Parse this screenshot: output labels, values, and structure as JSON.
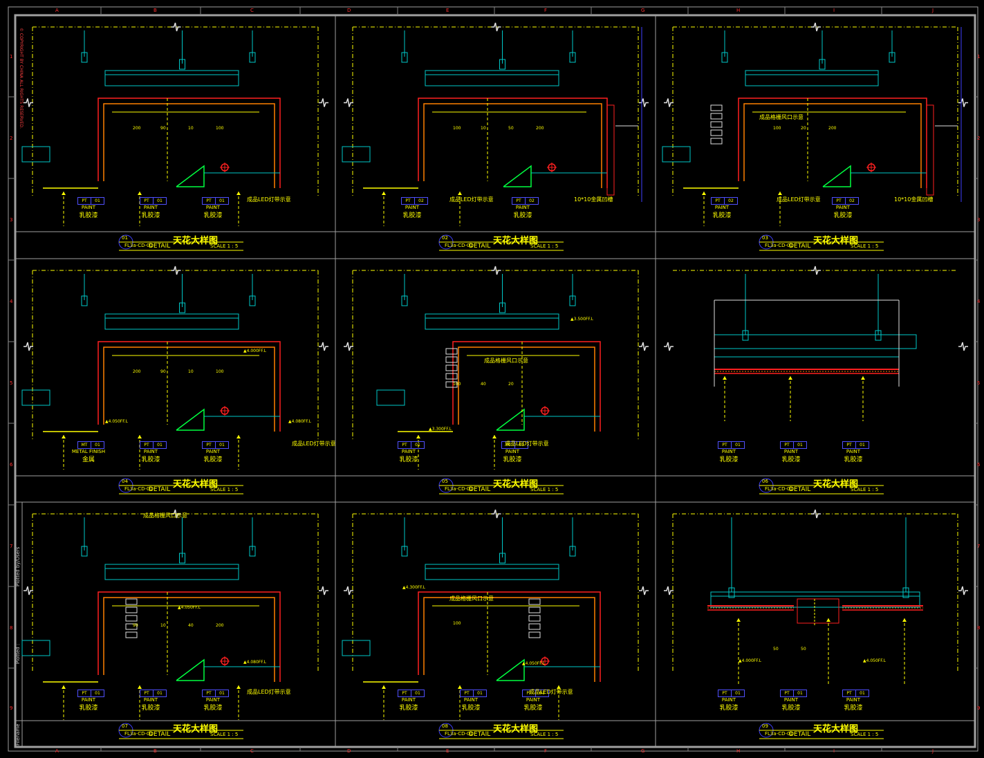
{
  "sheet": {
    "copyright": "© COPYRIGHT BY CHINA ALL RIGHTS RESERVED.",
    "side_labels": [
      "Filename",
      "Plotted :",
      "Plotted by/Users"
    ],
    "column_letters": [
      "A",
      "B",
      "C",
      "D",
      "E",
      "F",
      "G",
      "H",
      "I",
      "J"
    ],
    "row_numbers": [
      "1",
      "2",
      "3",
      "4",
      "5",
      "6",
      "7",
      "8",
      "9"
    ]
  },
  "details": [
    {
      "num": "01",
      "title": "天花大样图",
      "code": "FL3a-CD-01",
      "word": "DETAIL",
      "scale": "SCALE 1 : 5",
      "tags": [
        {
          "a": "PT",
          "b": "01",
          "c": "PAINT",
          "d": "乳胶漆"
        },
        {
          "a": "PT",
          "b": "01",
          "c": "PAINT",
          "d": "乳胶漆"
        },
        {
          "a": "PT",
          "b": "01",
          "c": "PAINT",
          "d": "乳胶漆"
        }
      ],
      "note": "成品LED灯带示意",
      "dims": [
        "200",
        "90",
        "10",
        "100"
      ]
    },
    {
      "num": "02",
      "title": "天花大样图",
      "code": "FL3a-CD-01",
      "word": "DETAIL",
      "scale": "SCALE 1 : 5",
      "tags": [
        {
          "a": "PT",
          "b": "02",
          "c": "PAINT",
          "d": "乳胶漆"
        },
        {
          "a": "PT",
          "b": "02",
          "c": "PAINT",
          "d": "乳胶漆"
        }
      ],
      "note": "成品LED灯带示意",
      "note2": "10*10金属凹槽",
      "dims": [
        "100",
        "10",
        "50",
        "200"
      ]
    },
    {
      "num": "03",
      "title": "天花大样图",
      "code": "FL3a-CD-01",
      "word": "DETAIL",
      "scale": "SCALE 1 : 5",
      "tags": [
        {
          "a": "PT",
          "b": "02",
          "c": "PAINT",
          "d": "乳胶漆"
        },
        {
          "a": "PT",
          "b": "02",
          "c": "PAINT",
          "d": "乳胶漆"
        }
      ],
      "note": "成品LED灯带示意",
      "note2": "10*10金属凹槽",
      "note3": "成品格栅风口示意",
      "dims": [
        "100",
        "20",
        "200"
      ]
    },
    {
      "num": "04",
      "title": "天花大样图",
      "code": "FL3a-CD-01",
      "word": "DETAIL",
      "scale": "SCALE 1 : 5",
      "tags": [
        {
          "a": "MT",
          "b": "01",
          "c": "METAL FINISH",
          "d": "金属"
        },
        {
          "a": "PT",
          "b": "01",
          "c": "PAINT",
          "d": "乳胶漆"
        },
        {
          "a": "PT",
          "b": "01",
          "c": "PAINT",
          "d": "乳胶漆"
        }
      ],
      "note": "成品LED灯带示意",
      "levels": [
        "4.000FF.L",
        "4.050FF.L",
        "4.080FF.L"
      ],
      "dims": [
        "200",
        "90",
        "10",
        "100"
      ]
    },
    {
      "num": "05",
      "title": "天花大样图",
      "code": "FL3a-CD-01",
      "word": "DETAIL",
      "scale": "SCALE 1 : 5",
      "tags": [
        {
          "a": "PT",
          "b": "01",
          "c": "PAINT",
          "d": "乳胶漆"
        },
        {
          "a": "PT",
          "b": "01",
          "c": "PAINT",
          "d": "乳胶漆"
        }
      ],
      "note": "成品LED灯带示意",
      "note3": "成品格栅风口示意",
      "levels": [
        "3.500FF.L",
        "3.300FF.L"
      ],
      "dims": [
        "100",
        "40",
        "20"
      ]
    },
    {
      "num": "06",
      "title": "天花大样图",
      "code": "FL3a-CD-01",
      "word": "DETAIL",
      "scale": "SCALE 1 : 5",
      "tags": [
        {
          "a": "PT",
          "b": "01",
          "c": "PAINT",
          "d": "乳胶漆"
        },
        {
          "a": "PT",
          "b": "01",
          "c": "PAINT",
          "d": "乳胶漆"
        },
        {
          "a": "PT",
          "b": "01",
          "c": "PAINT",
          "d": "乳胶漆"
        }
      ]
    },
    {
      "num": "07",
      "title": "天花大样图",
      "code": "FL3a-CD-01",
      "word": "DETAIL",
      "scale": "SCALE 1 : 5",
      "tags": [
        {
          "a": "PT",
          "b": "01",
          "c": "PAINT",
          "d": "乳胶漆"
        },
        {
          "a": "PT",
          "b": "01",
          "c": "PAINT",
          "d": "乳胶漆"
        },
        {
          "a": "PT",
          "b": "01",
          "c": "PAINT",
          "d": "乳胶漆"
        }
      ],
      "note": "成品LED灯带示意",
      "note3": "成品格栅风口示意",
      "levels": [
        "4.050FF.L",
        "4.080FF.L"
      ],
      "dims": [
        "90",
        "10",
        "40",
        "200"
      ]
    },
    {
      "num": "08",
      "title": "天花大样图",
      "code": "FL3a-CD-01",
      "word": "DETAIL",
      "scale": "SCALE 1 : 5",
      "tags": [
        {
          "a": "PT",
          "b": "01",
          "c": "PAINT",
          "d": "乳胶漆"
        },
        {
          "a": "PT",
          "b": "01",
          "c": "PAINT",
          "d": "乳胶漆"
        },
        {
          "a": "PT",
          "b": "01",
          "c": "PAINT",
          "d": "乳胶漆"
        }
      ],
      "note": "成品LED灯带示意",
      "note3": "成品格栅风口示意",
      "levels": [
        "4.300FF.L",
        "4.050FF.L"
      ],
      "dims": [
        "100"
      ]
    },
    {
      "num": "09",
      "title": "天花大样图",
      "code": "FL3a-CD-01",
      "word": "DETAIL",
      "scale": "SCALE 1 : 5",
      "tags": [
        {
          "a": "PT",
          "b": "01",
          "c": "PAINT",
          "d": "乳胶漆"
        },
        {
          "a": "PT",
          "b": "01",
          "c": "PAINT",
          "d": "乳胶漆"
        },
        {
          "a": "PT",
          "b": "01",
          "c": "PAINT",
          "d": "乳胶漆"
        }
      ],
      "levels": [
        "4.000FF.L",
        "4.050FF.L"
      ],
      "dims": [
        "50",
        "50"
      ]
    }
  ],
  "colors": {
    "frame": "#a0a0a0",
    "cyan": "#00c8c8",
    "yellow": "#ffff00",
    "red": "#ff2020",
    "green": "#00ff40",
    "orange": "#ff8000",
    "blue": "#4040ff",
    "white": "#e0e0e0"
  }
}
